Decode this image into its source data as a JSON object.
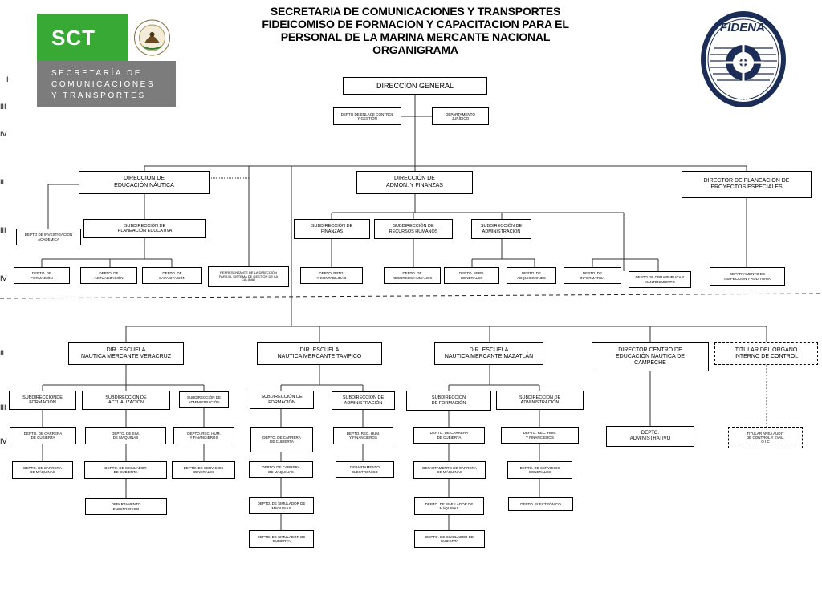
{
  "title": {
    "line1": "SECRETARIA DE COMUNICACIONES Y TRANSPORTES",
    "line2": "FIDEICOMISO DE FORMACION Y CAPACITACION PARA EL",
    "line3": "PERSONAL DE LA MARINA MERCANTE NACIONAL",
    "line4": "ORGANIGRAMA"
  },
  "logo_sct": {
    "abbr": "SCT",
    "line1": "SECRETARÍA DE",
    "line2": "COMUNICACIONES",
    "line3": "Y TRANSPORTES",
    "green": "#39a935",
    "gray": "#7c7c7c"
  },
  "logo_fidena": {
    "name": "FIDENA",
    "sub": "SCT",
    "navy": "#1b2d57"
  },
  "levels": {
    "i": "I",
    "ii": "II",
    "iii": "III",
    "iv": "IV"
  },
  "nodes": {
    "direccion_general": "DIRECCIÓN GENERAL",
    "enlace_control": "DEPTO DE ENLACE CONTROL\nY GESTIÓN",
    "depto_juridico": "DEPARTAMENTO\nJURÍDICO",
    "dir_educacion": "DIRECCIÓN DE\nEDUCACIÓN  NÁUTICA",
    "dir_admon": "DIRECCIÓN DE\nADMON. Y FINANZAS",
    "dir_planeacion": "DIRECTOR DE PLANEACION DE\nPROYECTOS ESPECIALES",
    "subdir_planeacion": "SUBDIRECCIÓN DE\nPLANEACIÓN EDUCATIVA",
    "depto_investigacion": "DEPTO DE INVESTIGACION\nACADEMICA",
    "subdir_finanzas": "SUBDIRECCIÓN DE\nFINANZAS",
    "subdir_rh": "SUBDIRECCIÓN DE\nRECURSOS HUMANOS",
    "subdir_admin": "SUBDIRECCIÓN DE\nADMINISTRACIÓN",
    "depto_formacion": "DEPTO. DE\nFORMACIÓN",
    "depto_actualizacion": "DEPTO. DE\nACTUALIZACIÓN",
    "depto_capacitacion": "DEPTO. DE\nCAPACITACIÓN",
    "representante": "REPRESENTANTE  DE LA DIRECCIÓN\nPARA EL SISTEMA DE GESTIÓN DE LA\nCALIDAD",
    "depto_ppto": "DEPTO. PPTO.\nY CONTABILIDAD",
    "depto_rh": "DEPTO. DE\nRECURSOS HUMANOS",
    "depto_serv_gen": "DEPTO. SERV.\nGENERALES",
    "depto_adquisiciones": "DEPTO. DE\nADQUISICIONES",
    "depto_informatica": "DEPTO. DE\nINFORMATICA",
    "depto_obra": "DEPTO DE OBRA PUBLICA Y\nMANTENIMIENTO",
    "depto_inspeccion": "DEPARTAMENTO DE\nINSPECCION Y AUDITORIA",
    "dir_veracruz": "DIR. ESCUELA\nNAUTICA MERCANTE VERACRUZ",
    "dir_tampico": "DIR. ESCUELA\nNAUTICA MERCANTE TAMPICO",
    "dir_mazatlan": "DIR. ESCUELA\nNAUTICA MERCANTE MAZATLÁN",
    "dir_campeche": "DIRECTOR CENTRO DE\nEDUCACIÓN NÁUTICA DE\nCAMPECHE",
    "titular_oic": "TITULAR DEL ORGANO\nINTERNO DE CONTROL",
    "v_subdir_formacion": "SUBDIRECCIÓNDE\nFORMACIÓN",
    "v_subdir_actualizacion": "SUBDIRECCIÓN DE\nACTUALIZACIÓN",
    "v_subdir_admin": "SUBDIRECCIÓN DE\nADMINISTRACIÓN",
    "v_carrera_cubierta": "DEPTO. DE CARRERA\nDE CUBIERTA",
    "v_carrera_maquinas": "DEPTO. DE CARRERA\nDE MÁQUINAS",
    "v_sim_maquinas": "DEPTO. DE SIM.\nDE MÁQUINAS",
    "v_sim_cubierta": "DEPTO. DE SIMULADOR\nDE CUBIERTA",
    "v_electronico": "DEPARTAMENTO\nELECTRONICO",
    "v_rec_hum": "DEPTO. REC. HUM.\nY FINANCIEROS",
    "v_servicios": "DEPTO. DE SERVICIOS\nGENERALES",
    "t_subdir_formacion": "SUBDIRECCIÓN  DE\nFORMACIÓN",
    "t_subdir_admin": "SUBDIRECCIÓN DE\nADMINISTRACIÓN",
    "t_carrera_cubierta": "DEPTO. DE CARRERA\nDE CUBIERTA",
    "t_carrera_maquinas": "DEPTO. DE CARRERA\nDE MÁQUINAS",
    "t_sim_maquinas": "DEPTO. DE SIMULADOR DE\nMÁQUINAS",
    "t_sim_cubierta": "DEPTO. DE SIMULADOR DE\nCUBIERTA",
    "t_rec_hum": "DEPTO. REC. HUM.\nY FINANCIEROS",
    "t_electronico": "DEPARTAMENTO\nELECTRONICO",
    "m_subdir_formacion": "SUBDIRECCIÓN\nDE FORMACIÓN",
    "m_subdir_admin": "SUBDIRECCIÓN DE\nADMINISTRACIÓN",
    "m_carrera_cubierta": "DEPTO. DE CARRERA\nDE CUBIERTA",
    "m_carrera_maquinas": "DEPARTAMENTO DE CARRERA\nDE MÁQUINAS",
    "m_sim_maquinas": "DEPTO. DE SIMULADOR DE\nMÁQUINAS",
    "m_sim_cubierta": "DEPTO. DE SIMULADOR DE\nCUBIERTA",
    "m_rec_hum": "DEPTO. REC. HUM.\nY FINANCIEROS",
    "m_servicios": "DEPTO. DE SERVICIOS\nGENERALES",
    "m_electronico": "DEPTO. ELECTRÓNICO",
    "c_administrativo": "DEPTO.\nADMINISTRATIVO",
    "titular_area_audit": "TITULAR AREA AUDIT\nDE CONTROL Y EVAL.\nO I C"
  }
}
